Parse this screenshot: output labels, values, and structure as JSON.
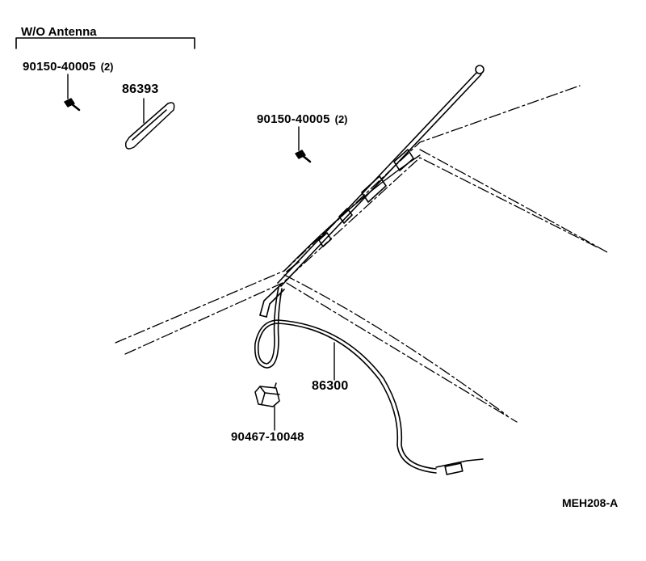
{
  "inset": {
    "title": "W/O Antenna"
  },
  "callouts": [
    {
      "id": "screw-inset",
      "part_number": "90150-40005",
      "qty": "(2)"
    },
    {
      "id": "cover-plate",
      "part_number": "86393"
    },
    {
      "id": "screw-main",
      "part_number": "90150-40005",
      "qty": "(2)"
    },
    {
      "id": "antenna-cable",
      "part_number": "86300"
    },
    {
      "id": "clip",
      "part_number": "90467-10048"
    }
  ],
  "diagram_code": "MEH208-A"
}
